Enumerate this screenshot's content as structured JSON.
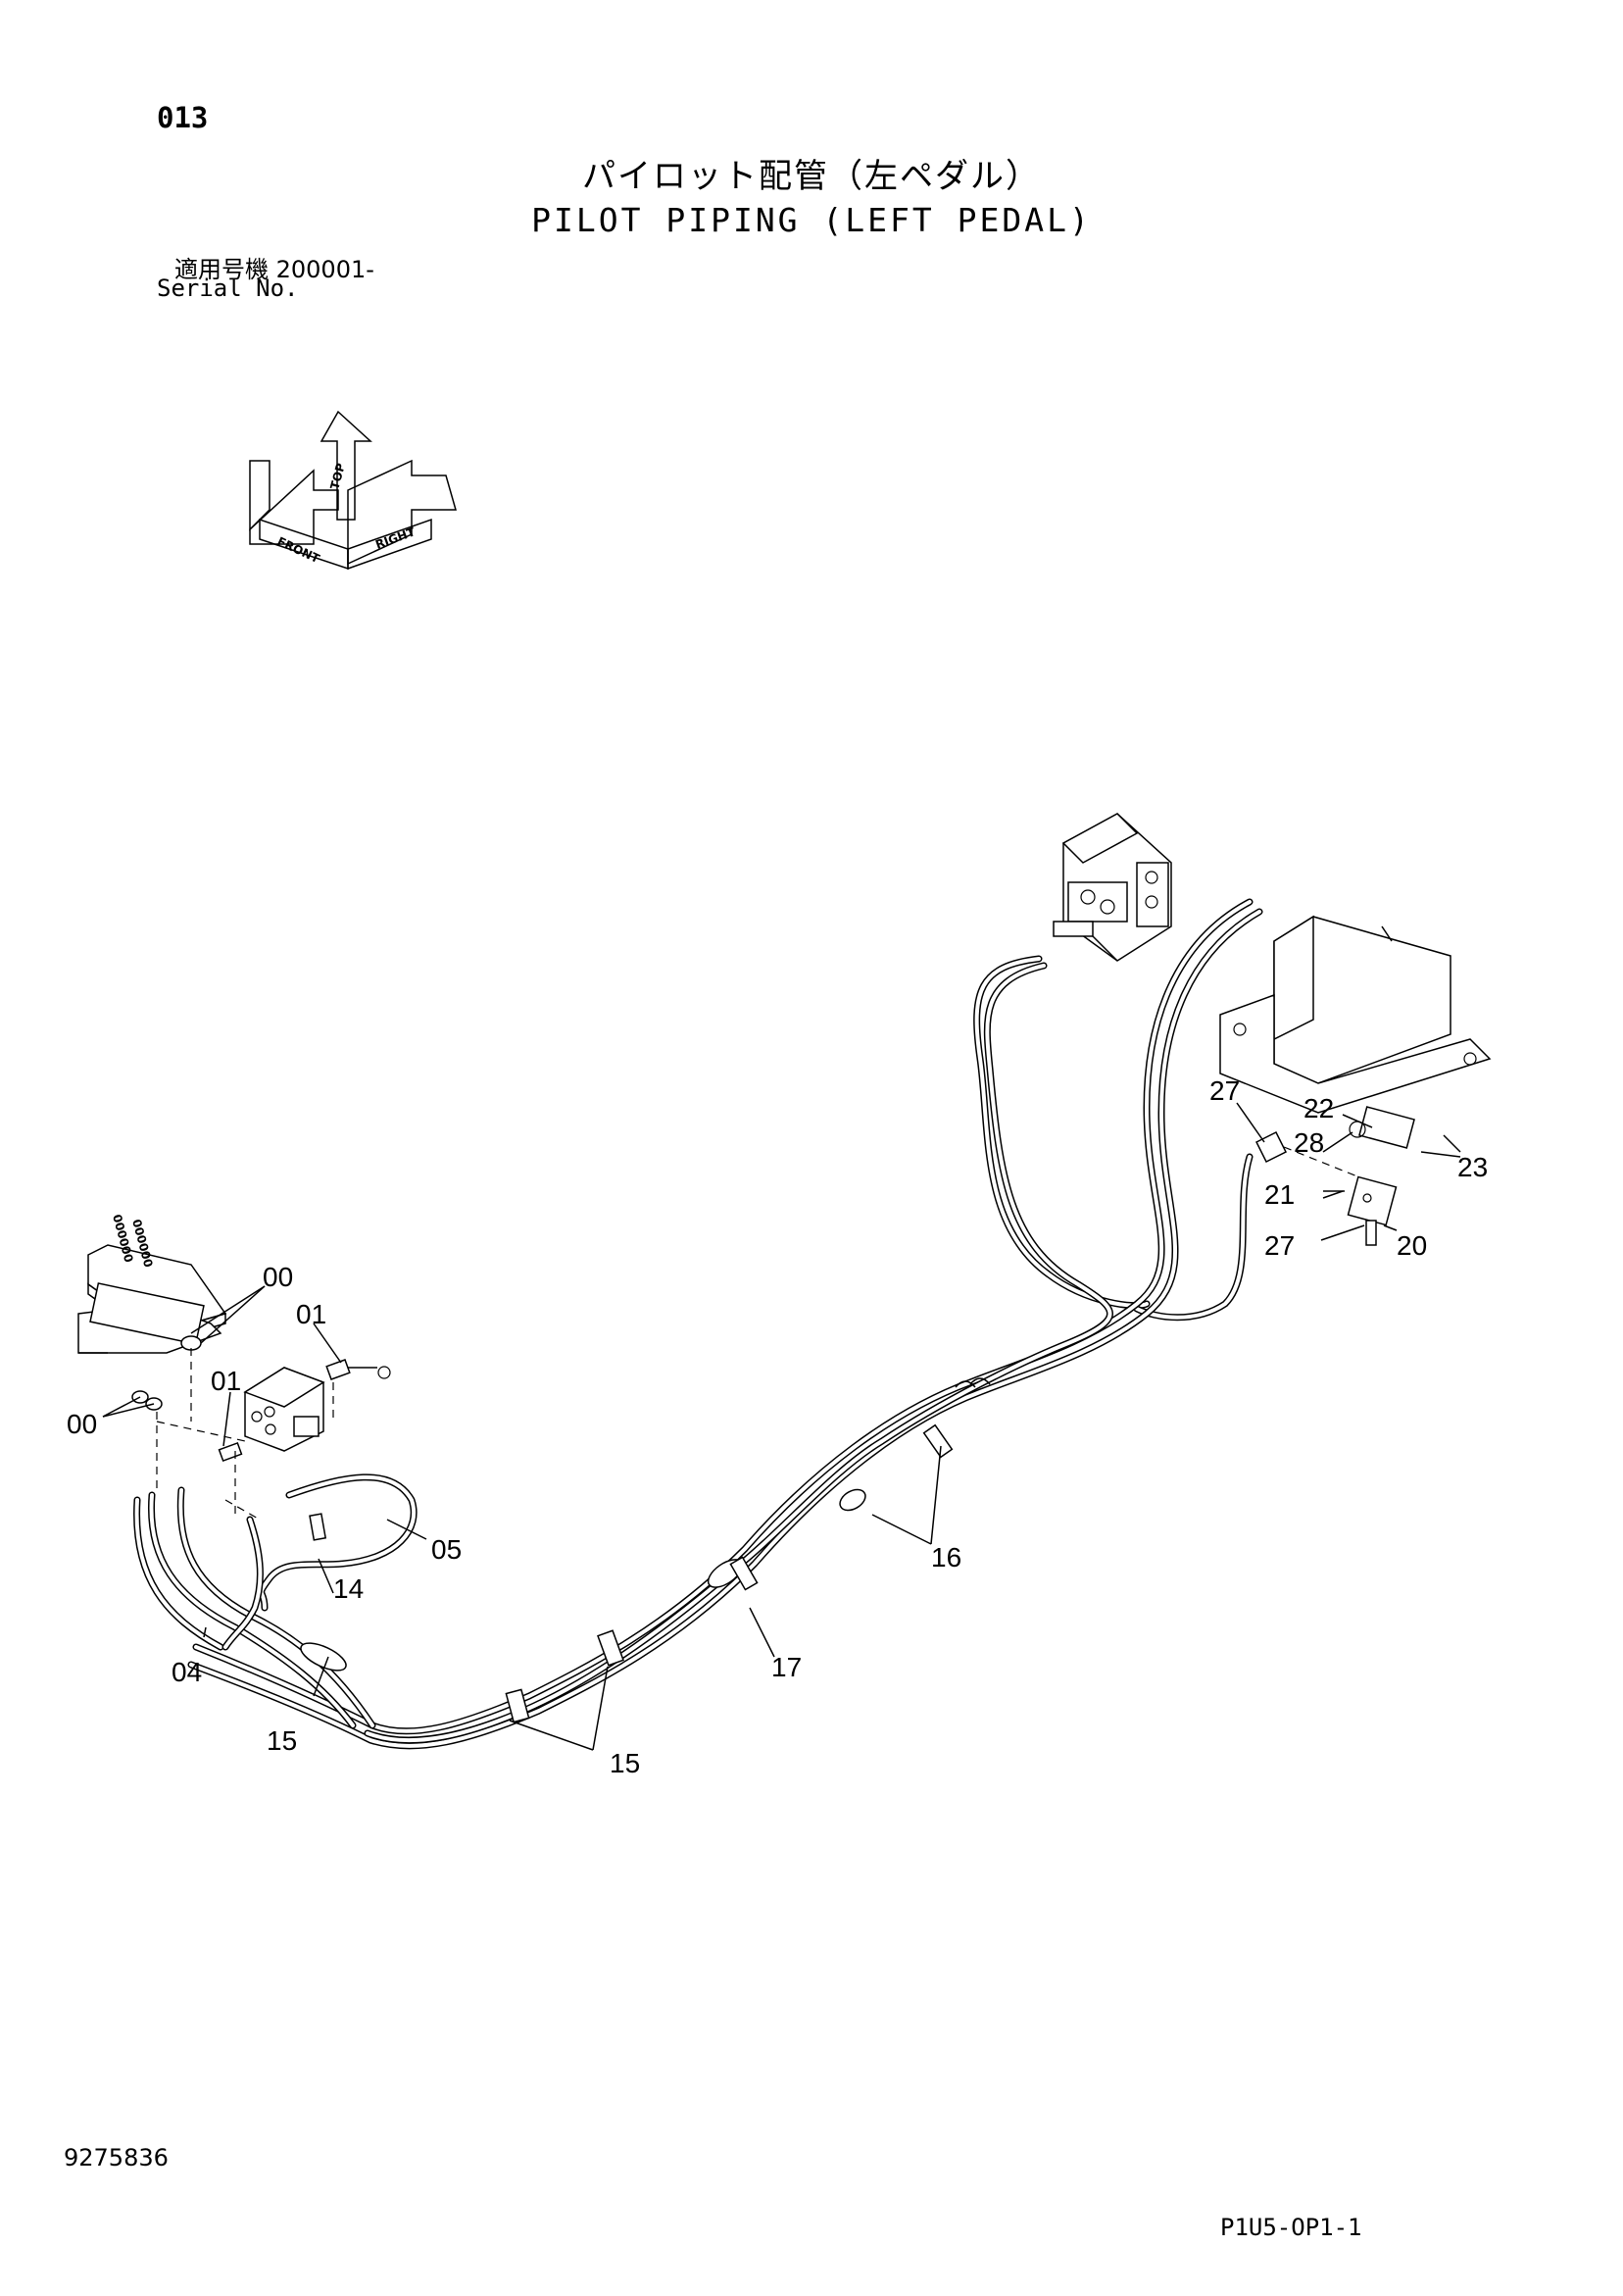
{
  "header": {
    "page_number": "013",
    "title_jp": "パイロット配管（左ペダル）",
    "title_en": "PILOT PIPING (LEFT PEDAL)",
    "serial_label_jp": "適用号機  200001-",
    "serial_label_en": "Serial No."
  },
  "orientation": {
    "top": "TOP",
    "front": "FRONT",
    "right": "RIGHT"
  },
  "callouts": {
    "c00a": "00",
    "c00b": "00",
    "c01a": "01",
    "c01b": "01",
    "c04": "04",
    "c05": "05",
    "c14": "14",
    "c15a": "15",
    "c15b": "15",
    "c16": "16",
    "c17": "17",
    "c20": "20",
    "c21": "21",
    "c22": "22",
    "c23": "23",
    "c27a": "27",
    "c27b": "27",
    "c28": "28"
  },
  "footer": {
    "catalog_number": "9275836",
    "page_code": "P1U5-OP1-1"
  }
}
